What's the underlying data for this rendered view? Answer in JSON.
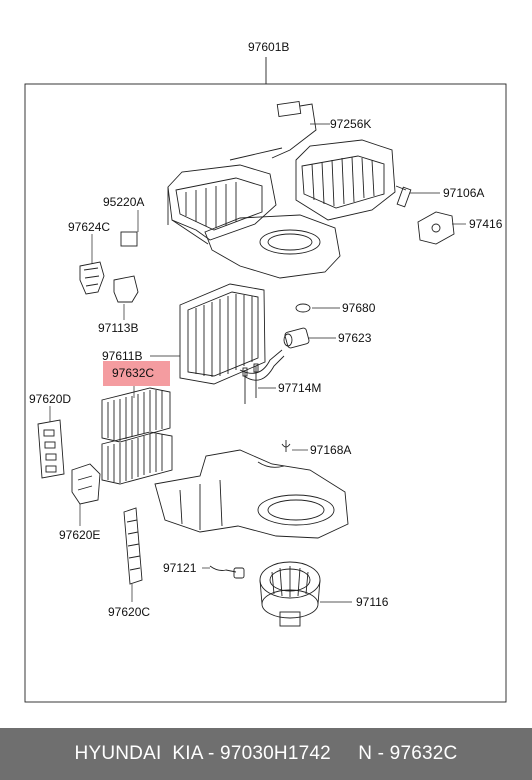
{
  "parts": {
    "p97601B": "97601B",
    "p97256K": "97256K",
    "p97106A": "97106A",
    "p95220A": "95220A",
    "p97416": "97416",
    "p97624C": "97624C",
    "p97680": "97680",
    "p97113B": "97113B",
    "p97623": "97623",
    "p97611B": "97611B",
    "p97632C": "97632C",
    "p97714M": "97714M",
    "p97620D": "97620D",
    "p97168A": "97168A",
    "p97620E": "97620E",
    "p97121": "97121",
    "p97116": "97116",
    "p97620C": "97620C"
  },
  "highlight_color": "#f28b8f",
  "footer": {
    "text": "HYUNDAI  KIA - 97030H1742     N - 97632C",
    "background": "#6f6f6f"
  }
}
